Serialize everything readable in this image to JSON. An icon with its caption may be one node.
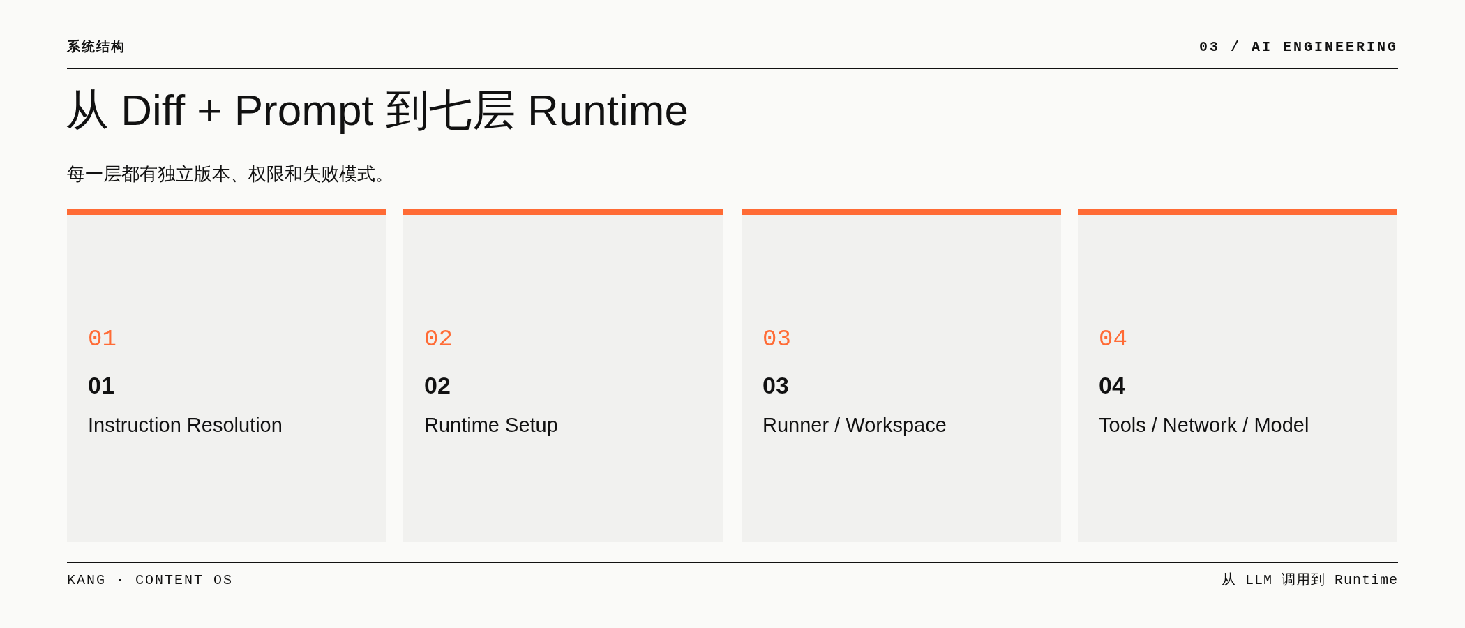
{
  "diagram": {
    "title": "从 Diff + Prompt 到七层 Runtime",
    "nodes": [
      {
        "text": [
          "01",
          "01",
          "Instruction Resolution"
        ]
      },
      {
        "text": [
          "02",
          "02",
          "Runtime Setup"
        ]
      },
      {
        "text": [
          "03",
          "03",
          "Runner / Workspace"
        ]
      },
      {
        "text": [
          "04",
          "04",
          "Tools / Network / Model"
        ]
      }
    ],
    "labels": [
      "系统结构",
      "03 / AI ENGINEERING",
      "每一层都有独立版本、权限和失败模式。",
      "KANG · CONTENT OS",
      "从 LLM 调用到 Runtime"
    ]
  }
}
